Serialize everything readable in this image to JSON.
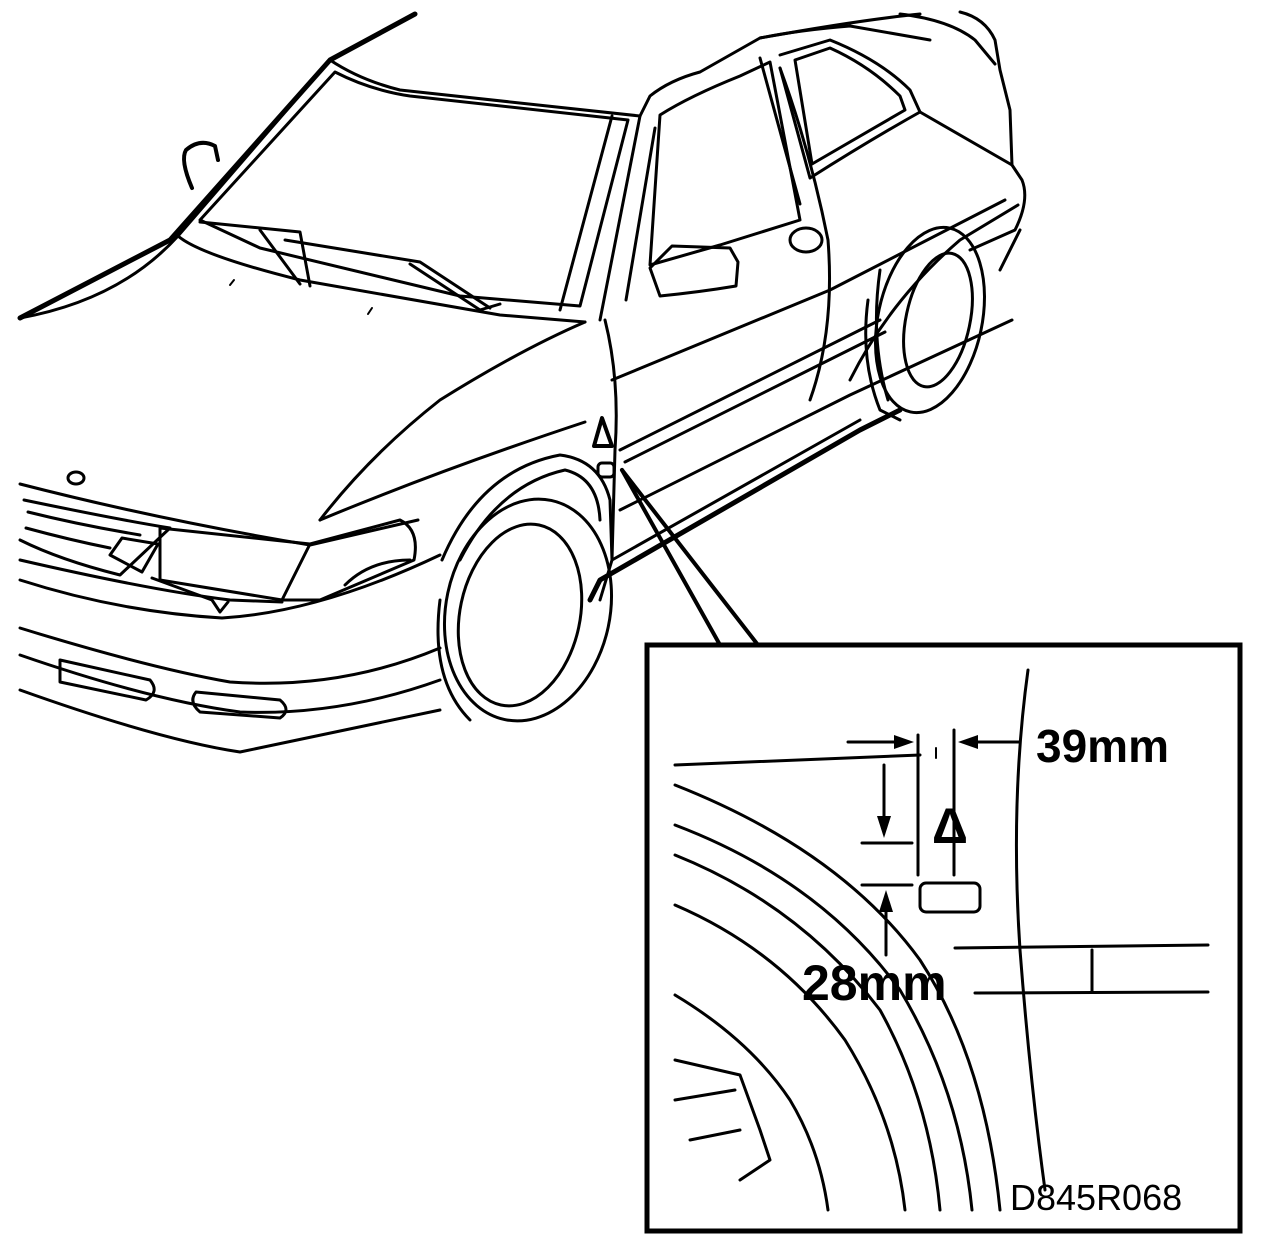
{
  "diagram": {
    "dimension_horizontal": "39mm",
    "dimension_vertical": "28mm",
    "marker_symbol": "Δ",
    "drawing_code": "D845R068"
  }
}
